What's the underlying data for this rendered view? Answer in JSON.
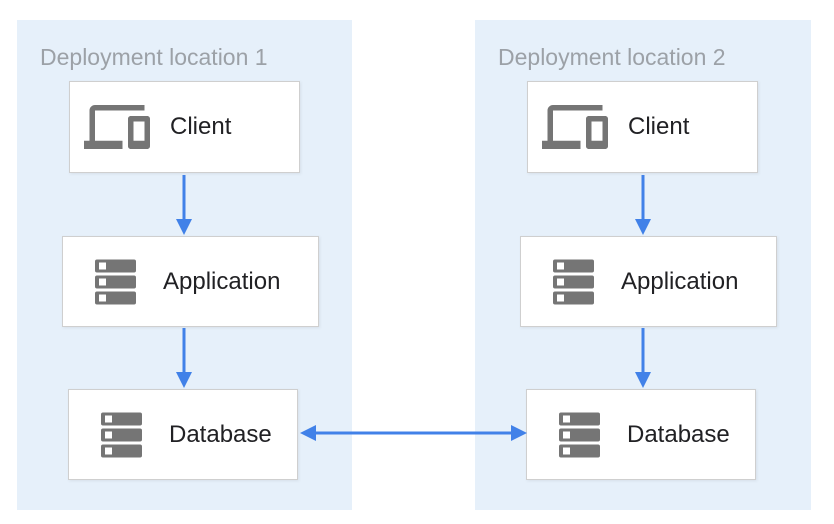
{
  "diagram": {
    "colors": {
      "accent": "#4181E8",
      "panel_bg": "#E6F0FA",
      "box_bg": "#FFFFFF",
      "box_border": "#CFCFCF",
      "icon_gray": "#757575",
      "title_gray": "#9CA1A7",
      "label_dark": "#212124"
    },
    "locations": [
      {
        "title": "Deployment location 1",
        "nodes": [
          {
            "id": "client",
            "label": "Client",
            "icon": "devices-icon"
          },
          {
            "id": "application",
            "label": "Application",
            "icon": "server-stack-icon"
          },
          {
            "id": "database",
            "label": "Database",
            "icon": "server-stack-icon"
          }
        ]
      },
      {
        "title": "Deployment location 2",
        "nodes": [
          {
            "id": "client",
            "label": "Client",
            "icon": "devices-icon"
          },
          {
            "id": "application",
            "label": "Application",
            "icon": "server-stack-icon"
          },
          {
            "id": "database",
            "label": "Database",
            "icon": "server-stack-icon"
          }
        ]
      }
    ],
    "connections": [
      {
        "from": "location-1-client",
        "to": "location-1-application",
        "style": "arrow-down"
      },
      {
        "from": "location-1-application",
        "to": "location-1-database",
        "style": "arrow-down"
      },
      {
        "from": "location-2-client",
        "to": "location-2-application",
        "style": "arrow-down"
      },
      {
        "from": "location-2-application",
        "to": "location-2-database",
        "style": "arrow-down"
      },
      {
        "from": "location-1-database",
        "to": "location-2-database",
        "style": "arrow-bidirectional"
      }
    ]
  }
}
